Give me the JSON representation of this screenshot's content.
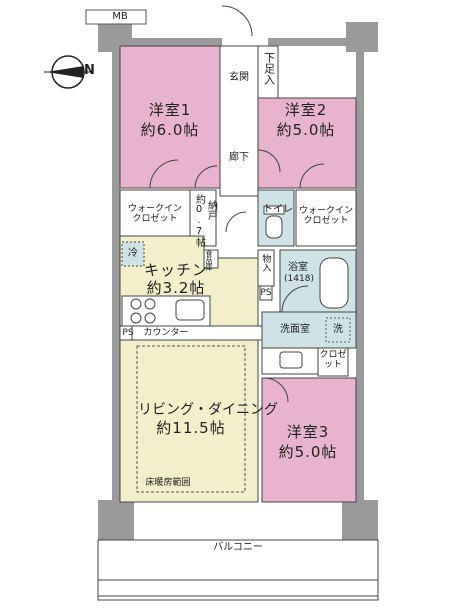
{
  "rooms": {
    "western1": {
      "name": "洋室1",
      "size": "約6.0帖",
      "color": "#e8b3cc"
    },
    "western2": {
      "name": "洋室2",
      "size": "約5.0帖",
      "color": "#e8b3cc"
    },
    "western3": {
      "name": "洋室3",
      "size": "約5.0帖",
      "color": "#e8b3cc"
    },
    "kitchen": {
      "name": "キッチン",
      "size": "約3.2帖",
      "color": "#f3efcb"
    },
    "living": {
      "name": "リビング・ダイニング",
      "size": "約11.5帖",
      "color": "#f3efcb"
    },
    "bath": {
      "name": "浴室",
      "size": "(1418)",
      "color": "#cfe3e6"
    },
    "washroom": {
      "name": "洗面室",
      "color": "#cfe3e6"
    },
    "toilet": {
      "name": "トイレ",
      "color": "#cfe3e6"
    }
  },
  "labels": {
    "mb": "MB",
    "entrance": "玄関",
    "shoe_storage": "下足入",
    "hallway": "廊下",
    "walkin1": "ウォークイン\nクロゼット",
    "walkin2": "ウォークイン\nクロゼット",
    "storage_size": "約0.7帖",
    "storage": "納戸",
    "storage_small": "物入",
    "cold": "冷",
    "pantry": "食品庫",
    "wash": "洗",
    "closet": "クロゼット",
    "counter": "カウンター",
    "ps": "PS",
    "floor_heating": "床暖房範囲",
    "balcony": "バルコニー",
    "north": "N"
  },
  "colors": {
    "wall": "#9a9a9a",
    "wall_dark": "#7d7d7d",
    "bedroom": "#e8b3cc",
    "living": "#f3efcb",
    "wet": "#cfe3e6",
    "line": "#444444"
  }
}
